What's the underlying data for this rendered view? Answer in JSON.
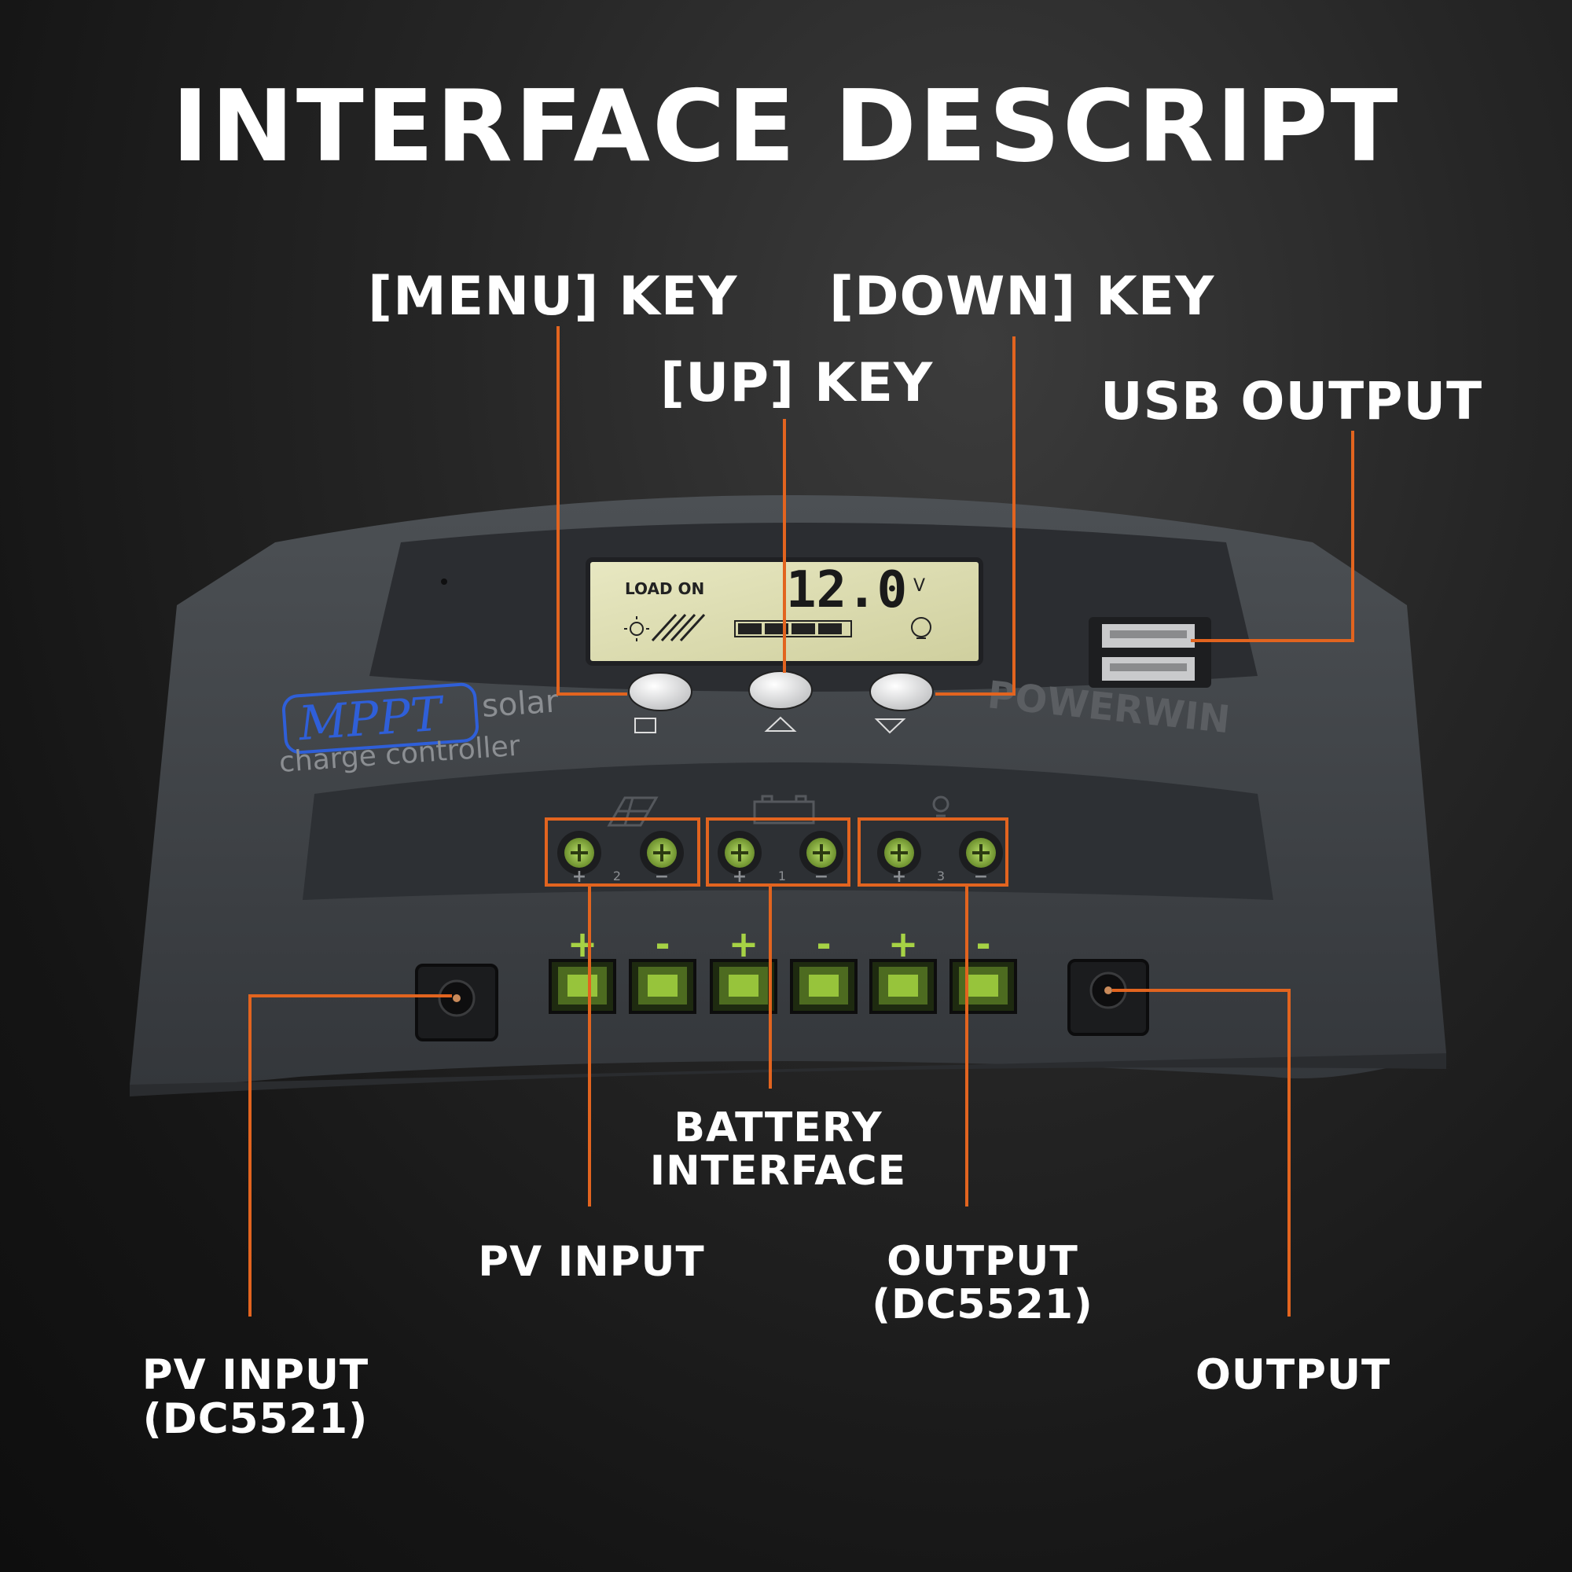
{
  "title": "INTERFACE DESCRIPT",
  "callouts": {
    "menu_key": "[MENU] KEY",
    "down_key": "[DOWN] KEY",
    "up_key": "[UP] KEY",
    "usb_output": "USB OUTPUT",
    "battery_interface_line1": "BATTERY",
    "battery_interface_line2": "INTERFACE",
    "pv_input": "PV INPUT",
    "output_dc5521_line1": "OUTPUT",
    "output_dc5521_line2": "(DC5521)",
    "pv_input_dc5521_line1": "PV INPUT",
    "pv_input_dc5521_line2": "(DC5521)",
    "output": "OUTPUT"
  },
  "device": {
    "lcd": {
      "status": "LOAD ON",
      "reading": "12.0",
      "unit": "V"
    },
    "badge": "MPPT",
    "tagline_line1": "solar",
    "tagline_line2": "charge controller",
    "brand": "POWERWIN",
    "terminal_numbers": [
      "2",
      "1",
      "3"
    ],
    "polarity_plus": "+",
    "polarity_minus": "−",
    "connector_polarity": [
      "+",
      "-",
      "+",
      "-",
      "+",
      "-"
    ]
  },
  "colors": {
    "leader_line": "#e2641f",
    "terminal_green": "#a6d245",
    "lcd_background": "#ddddb0",
    "body": "#3e4145",
    "badge_blue": "#2f5fd8"
  },
  "icons": [
    "sun-icon",
    "solar-panel-icon",
    "battery-icon",
    "bulb-icon",
    "menu-key-icon",
    "up-key-icon",
    "down-key-icon",
    "usb-port-icon",
    "dc-jack-icon"
  ]
}
